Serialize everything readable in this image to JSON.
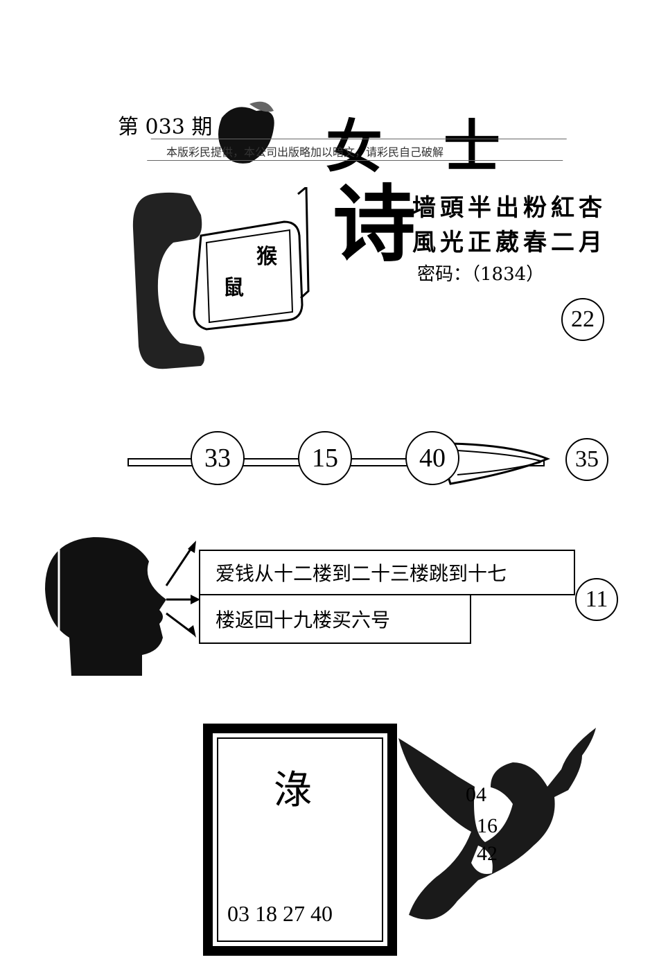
{
  "header": {
    "issue": "第 033 期",
    "title_chars": [
      "女",
      "士"
    ],
    "notice": "本版彩民提供，本公司出版略加以暗文，请彩民自己破解"
  },
  "poem": {
    "glyph": "诗",
    "line1": "墙頭半出粉紅杏",
    "line2": "風光正葳春二月",
    "password": "密码：（1834）",
    "badge": "22"
  },
  "phone_card": {
    "zodiac1": "猴",
    "zodiac2": "鼠"
  },
  "skewer": {
    "balls": [
      "33",
      "15",
      "40"
    ],
    "badge": "35"
  },
  "speech": {
    "line1": "爱钱从十二楼到二十三楼跳到十七",
    "line2": "楼返回十九楼买六号",
    "badge": "11"
  },
  "frame": {
    "char": "淥",
    "numbers": "03 18 27 40"
  },
  "bird": {
    "numbers": [
      "04",
      "16",
      "42"
    ]
  }
}
